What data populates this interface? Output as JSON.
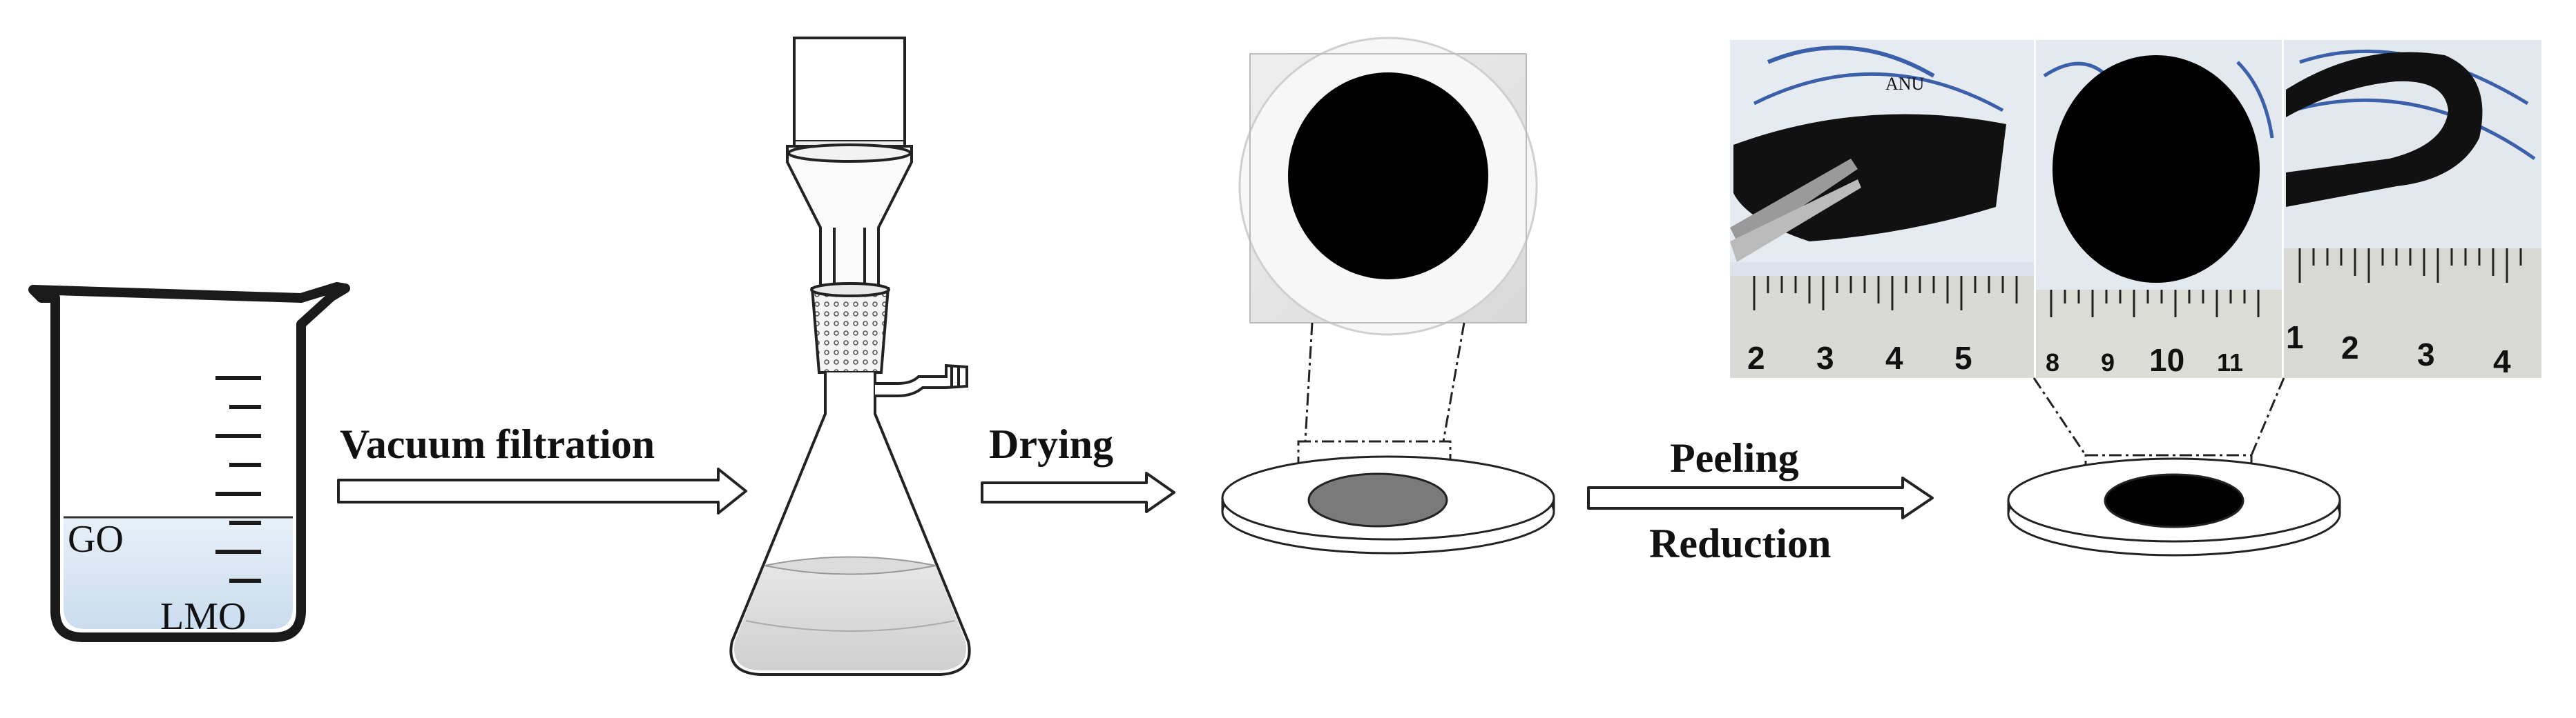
{
  "labels": {
    "beaker_top_layer": "GO",
    "beaker_bottom_layer": "LMO",
    "step_vacuum_filtration": "Vacuum filtration",
    "step_drying": "Drying",
    "step_peeling": "Peeling",
    "step_reduction": "Reduction"
  },
  "photos": {
    "ruler_left": [
      "2",
      "3",
      "4",
      "5"
    ],
    "ruler_middle": [
      "8",
      "9",
      "10",
      "11"
    ],
    "ruler_right": [
      "1",
      "2",
      "3",
      "4"
    ],
    "stamp_text": "ANU"
  },
  "colors": {
    "liquid": "#d7e6f3",
    "film_gray": "#7a7a7a",
    "film_black": "#000000",
    "outline": "#222222"
  }
}
